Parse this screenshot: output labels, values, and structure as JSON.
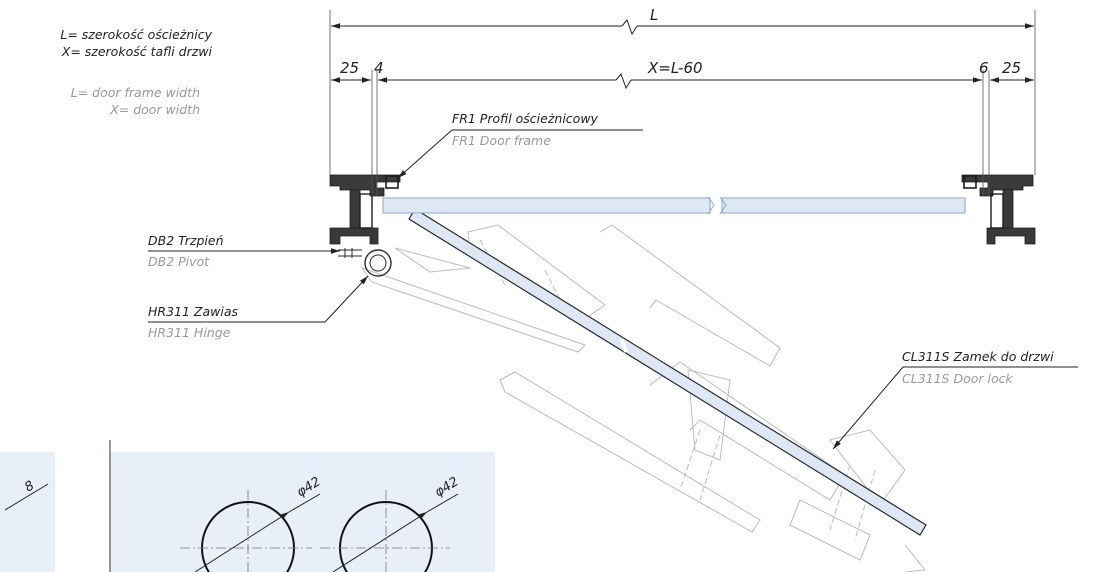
{
  "legend": {
    "l_pl": "L= szerokość ościeżnicy",
    "x_pl": "X= szerokość tafli drzwi",
    "l_en": "L= door frame width",
    "x_en": "X= door width"
  },
  "dimensions": {
    "total": "L",
    "door": "X=L-60",
    "left_gap": "25",
    "left_small": "4",
    "right_small": "6",
    "right_gap": "25"
  },
  "callouts": {
    "frame_pl": "FR1 Profil ościeżnicowy",
    "frame_en": "FR1 Door frame",
    "pivot_pl": "DB2 Trzpień",
    "pivot_en": "DB2 Pivot",
    "hinge_pl": "HR311 Zawias",
    "hinge_en": "HR311 Hinge",
    "lock_pl": "CL311S Zamek do drzwi",
    "lock_en": "CL311S Door lock"
  },
  "details": {
    "hole_1": "φ42",
    "hole_2": "φ42",
    "partial": "8"
  },
  "colors": {
    "line": "#2b2b2b",
    "faint": "#b9b9b9",
    "glass": "#dde8f4",
    "panel": "#e8eff8"
  }
}
